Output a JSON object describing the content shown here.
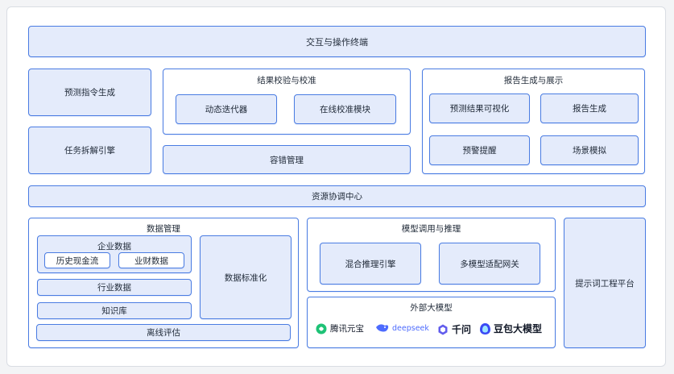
{
  "top_bar": {
    "label": "交互与操作终端"
  },
  "left_column": {
    "prediction": "预测指令生成",
    "task_split": "任务拆解引擎"
  },
  "result_check": {
    "title": "结果校验与校准",
    "iterator": "动态迭代器",
    "online_calib": "在线校准模块",
    "fault_tolerance": "容错管理"
  },
  "report": {
    "title": "报告生成与展示",
    "visualize": "预测结果可视化",
    "report_gen": "报告生成",
    "alert": "预警提醒",
    "scenario": "场景模拟"
  },
  "resource_bar": {
    "label": "资源协调中心"
  },
  "data_mgmt": {
    "title": "数据管理",
    "enterprise": {
      "title": "企业数据",
      "history_cash": "历史现金流",
      "finance": "业财数据"
    },
    "industry": "行业数据",
    "knowledge": "知识库",
    "standardize": "数据标准化",
    "offline_eval": "离线评估"
  },
  "model_invoke": {
    "title": "模型调用与推理",
    "hybrid_engine": "混合推理引擎",
    "gateway": "多模型适配网关"
  },
  "external_models": {
    "title": "外部大模型",
    "logos": [
      {
        "icon": "tencent-yuanbao-icon",
        "text": "腾讯元宝",
        "color": "#1ec276"
      },
      {
        "icon": "deepseek-icon",
        "text": "deepseek",
        "color": "#4d6bfe"
      },
      {
        "icon": "qianwen-icon",
        "text": "千问",
        "color": "#615ced"
      },
      {
        "icon": "doubao-icon",
        "text": "豆包大模型",
        "color": "#3b4af5"
      }
    ]
  },
  "prompt_platform": {
    "label": "提示词工程平台"
  },
  "colors": {
    "box_border": "#4a7ce2",
    "box_fill": "#e4ebfb"
  }
}
